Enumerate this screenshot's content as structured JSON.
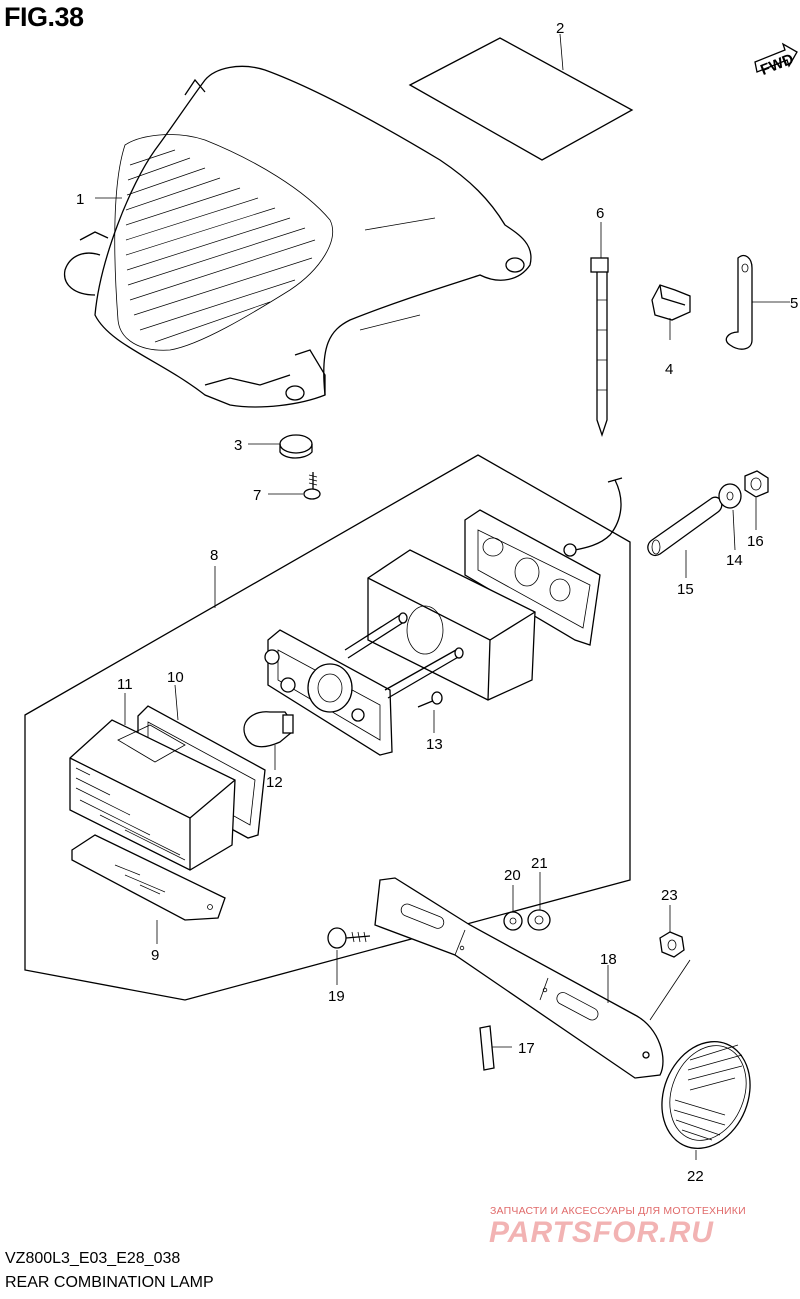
{
  "figure": {
    "title": "FIG.38"
  },
  "fwd_label": "FWD",
  "footer": {
    "code": "VZ800L3_E03_E28_038",
    "name": "REAR COMBINATION LAMP"
  },
  "watermark": {
    "tagline": "ЗАПЧАСТИ И АКСЕССУАРЫ ДЛЯ МОТОТЕХНИКИ",
    "site": "PARTSFOR.RU"
  },
  "callouts": [
    {
      "id": "c1",
      "label": "1"
    },
    {
      "id": "c2",
      "label": "2"
    },
    {
      "id": "c3",
      "label": "3"
    },
    {
      "id": "c4",
      "label": "4"
    },
    {
      "id": "c5",
      "label": "5"
    },
    {
      "id": "c6",
      "label": "6"
    },
    {
      "id": "c7",
      "label": "7"
    },
    {
      "id": "c8",
      "label": "8"
    },
    {
      "id": "c9",
      "label": "9"
    },
    {
      "id": "c10",
      "label": "10"
    },
    {
      "id": "c11",
      "label": "11"
    },
    {
      "id": "c12",
      "label": "12"
    },
    {
      "id": "c13",
      "label": "13"
    },
    {
      "id": "c14",
      "label": "14"
    },
    {
      "id": "c15",
      "label": "15"
    },
    {
      "id": "c16",
      "label": "16"
    },
    {
      "id": "c17",
      "label": "17"
    },
    {
      "id": "c18",
      "label": "18"
    },
    {
      "id": "c19",
      "label": "19"
    },
    {
      "id": "c20",
      "label": "20"
    },
    {
      "id": "c21",
      "label": "21"
    },
    {
      "id": "c22",
      "label": "22"
    },
    {
      "id": "c23",
      "label": "23"
    }
  ]
}
